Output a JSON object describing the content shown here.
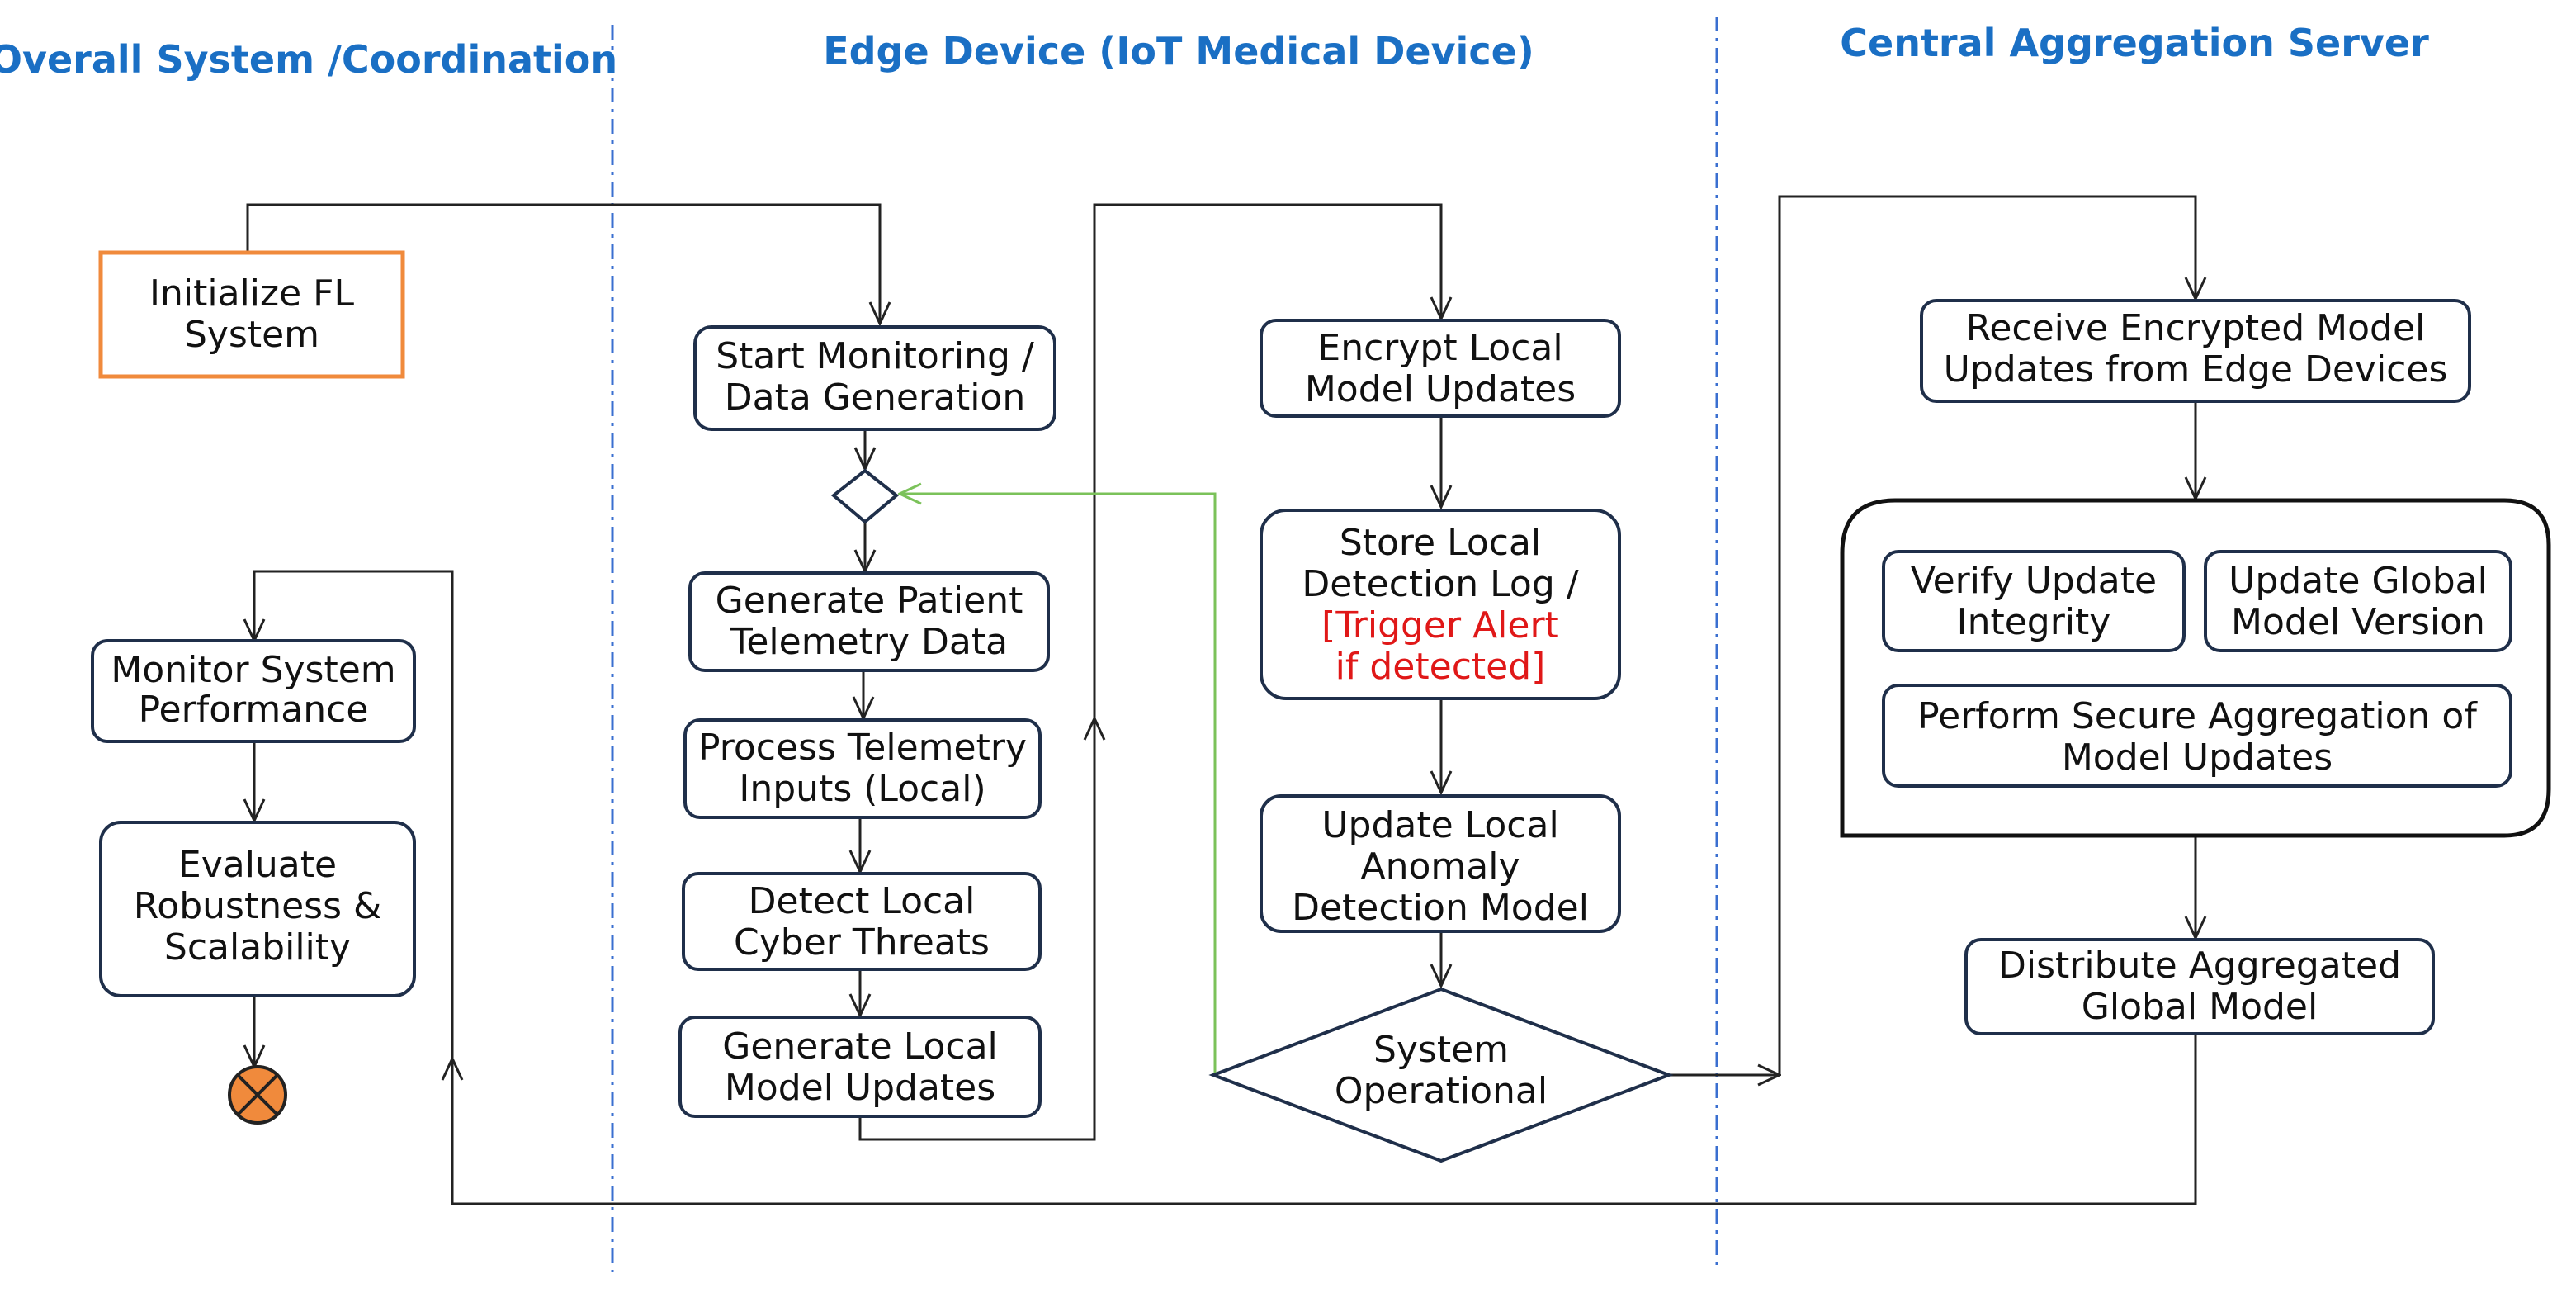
{
  "lanes": {
    "coordination": "Overall System /Coordination",
    "edge": "Edge Device (IoT Medical Device)",
    "server": "Central Aggregation Server"
  },
  "nodes": {
    "init": [
      "Initialize FL",
      "System"
    ],
    "monitor": [
      "Monitor System",
      "Performance"
    ],
    "evaluate": [
      "Evaluate",
      "Robustness &",
      "Scalability"
    ],
    "start": [
      "Start Monitoring /",
      "Data Generation"
    ],
    "generate_telemetry": [
      "Generate Patient",
      "Telemetry Data"
    ],
    "process": [
      "Process Telemetry",
      "Inputs (Local)"
    ],
    "detect": [
      "Detect Local",
      "Cyber Threats"
    ],
    "generate_updates": [
      "Generate Local",
      "Model Updates"
    ],
    "encrypt": [
      "Encrypt Local",
      "Model Updates"
    ],
    "store": [
      "Store Local",
      "Detection Log /"
    ],
    "store_alert": [
      "[Trigger Alert",
      "if detected]"
    ],
    "update_model": [
      "Update Local",
      "Anomaly",
      "Detection Model"
    ],
    "operational": [
      "System",
      "Operational"
    ],
    "receive": [
      "Receive Encrypted Model",
      "Updates from Edge Devices"
    ],
    "verify": [
      "Verify Update",
      "Integrity"
    ],
    "update_global": [
      "Update Global",
      "Model Version"
    ],
    "aggregate": [
      "Perform Secure Aggregation of",
      "Model Updates"
    ],
    "distribute": [
      "Distribute Aggregated",
      "Global Model"
    ]
  },
  "colors": {
    "lane_title": "#1a6fc4",
    "alert_text": "#e01818",
    "init_border": "#f08a3c",
    "end_fill": "#f08a3c",
    "feedback_line": "#7bc25a"
  }
}
